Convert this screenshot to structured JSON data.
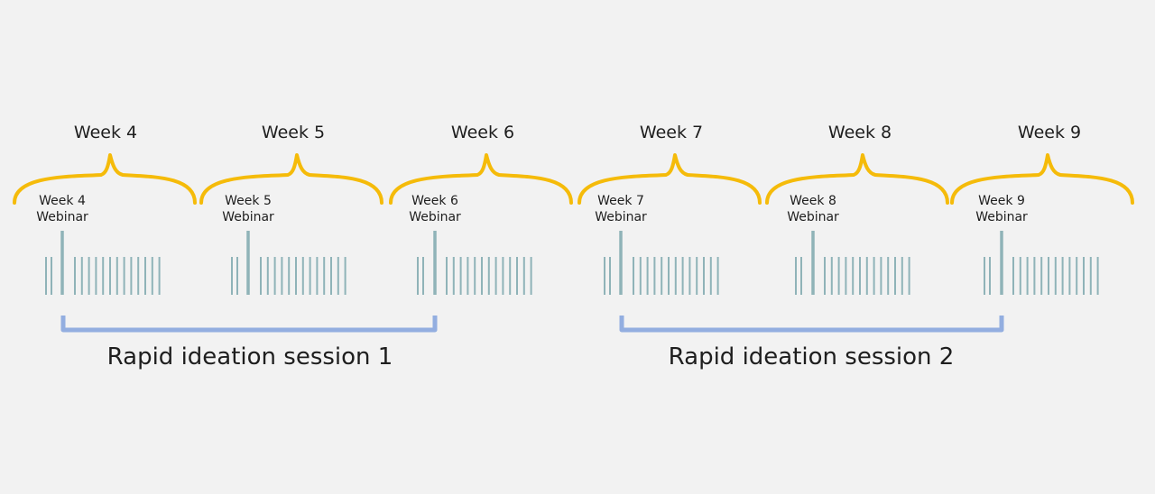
{
  "colors": {
    "background": "#f2f2f2",
    "brace": "#f5bb0a",
    "tick": "#8fb3b8",
    "session_bracket": "#93aee0",
    "text": "#1e1e1e"
  },
  "weeks": [
    {
      "label": "Week 4",
      "webinar_line1": "Week 4",
      "webinar_line2": "Webinar"
    },
    {
      "label": "Week 5",
      "webinar_line1": "Week 5",
      "webinar_line2": "Webinar"
    },
    {
      "label": "Week 6",
      "webinar_line1": "Week 6",
      "webinar_line2": "Webinar"
    },
    {
      "label": "Week 7",
      "webinar_line1": "Week 7",
      "webinar_line2": "Webinar"
    },
    {
      "label": "Week 8",
      "webinar_line1": "Week 8",
      "webinar_line2": "Webinar"
    },
    {
      "label": "Week 9",
      "webinar_line1": "Week 9",
      "webinar_line2": "Webinar"
    }
  ],
  "sessions": [
    {
      "label": "Rapid ideation session 1",
      "from_week": "Week 4",
      "to_week": "Week 6"
    },
    {
      "label": "Rapid ideation session 2",
      "from_week": "Week 7",
      "to_week": "Week 9"
    }
  ]
}
